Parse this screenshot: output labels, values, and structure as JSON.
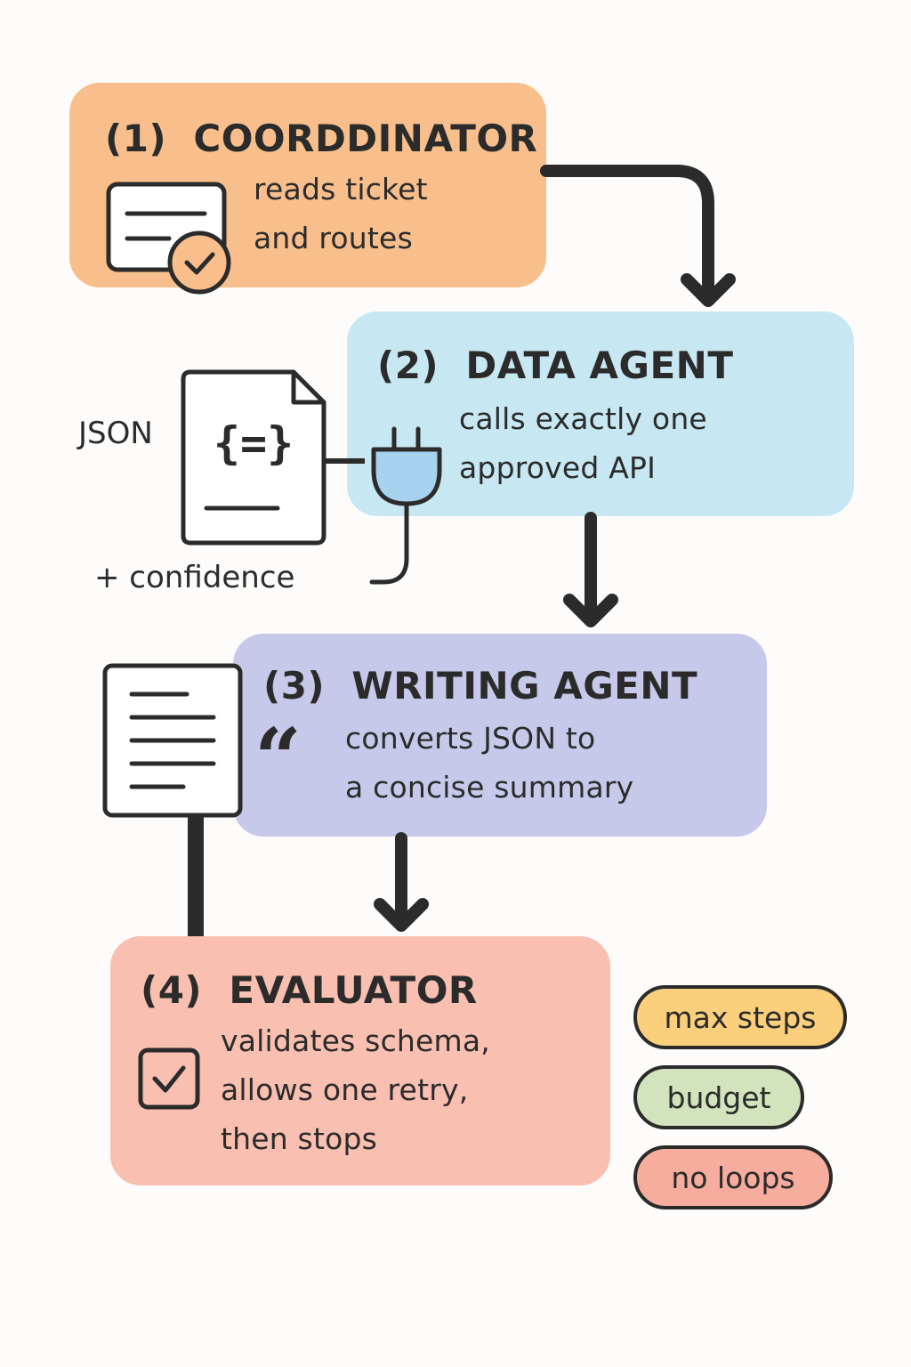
{
  "steps": [
    {
      "number": "(1)",
      "title": "COORDDINATOR",
      "lines": [
        "reads ticket",
        "and routes"
      ],
      "color": "#f8bf8c"
    },
    {
      "number": "(2)",
      "title": "DATA AGENT",
      "lines": [
        "calls exactly one",
        "approved API"
      ],
      "color": "#c7e8f3"
    },
    {
      "number": "(3)",
      "title": "WRITING AGENT",
      "lines": [
        "converts JSON to",
        "a concise summary"
      ],
      "color": "#c7c9ea"
    },
    {
      "number": "(4)",
      "title": "EVALUATOR",
      "lines": [
        "validates schema,",
        "allows one retry,",
        "then stops"
      ],
      "color": "#f9bfb0"
    }
  ],
  "side_labels": {
    "json": "JSON",
    "confidence": "+ confidence"
  },
  "constraints": [
    {
      "label": "max steps",
      "color": "#fbcf7c"
    },
    {
      "label": "budget",
      "color": "#d2e3bd"
    },
    {
      "label": "no loops",
      "color": "#f6ad9d"
    }
  ],
  "icons": {
    "coordinator": "ticket-check-icon",
    "data_agent": "plug-icon",
    "json_doc": "json-document-icon",
    "writing_agent": "quote-icon",
    "summary_doc": "text-document-icon",
    "evaluator": "checkbox-icon"
  },
  "colors": {
    "stroke": "#2b2b2b",
    "plug_fill": "#a6d2ef"
  }
}
